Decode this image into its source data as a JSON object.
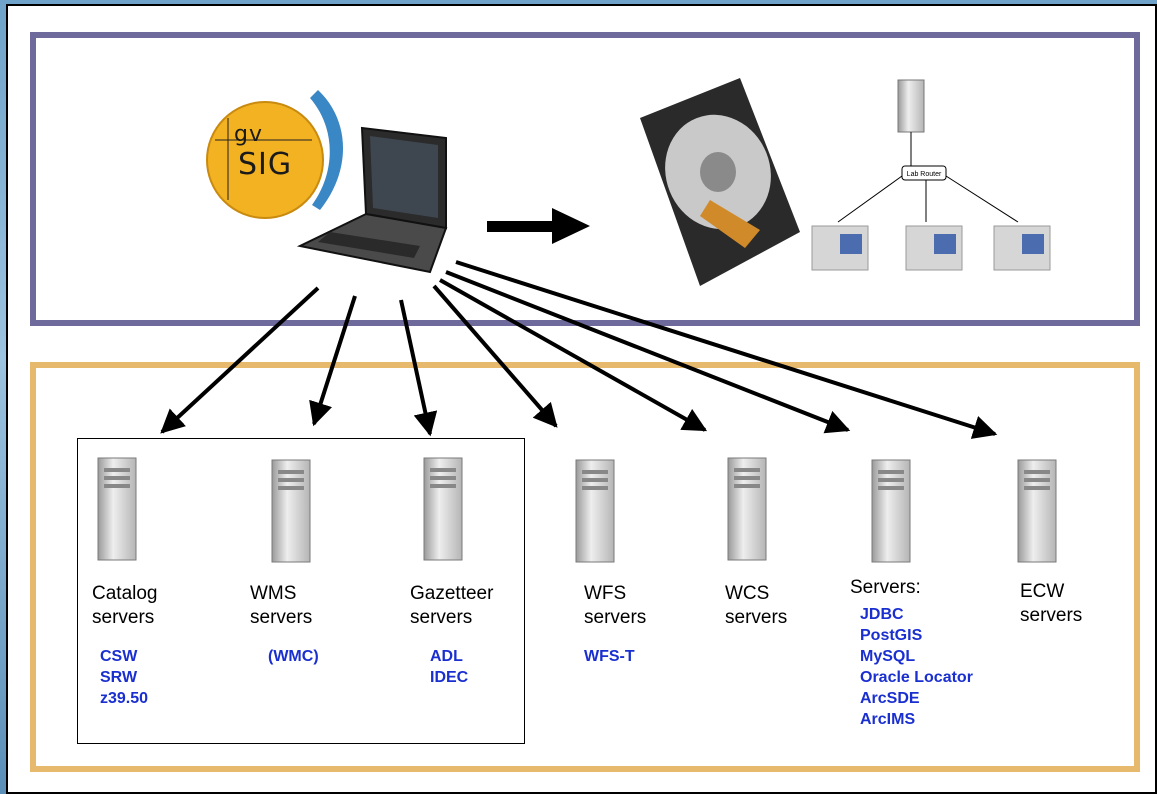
{
  "logo": {
    "gv": "gv",
    "sig": "SIG"
  },
  "net_label": "Lab Router",
  "servers": [
    {
      "id": "catalog",
      "title": [
        "Catalog",
        "servers"
      ],
      "items": [
        "CSW",
        "SRW",
        "z39.50"
      ]
    },
    {
      "id": "wms",
      "title": [
        "WMS",
        "servers"
      ],
      "items": [
        "(WMC)"
      ]
    },
    {
      "id": "gazetteer",
      "title": [
        "Gazetteer",
        "servers"
      ],
      "items": [
        "ADL",
        "IDEC"
      ]
    },
    {
      "id": "wfs",
      "title": [
        "WFS",
        "servers"
      ],
      "items": [
        "WFS-T"
      ]
    },
    {
      "id": "wcs",
      "title": [
        "WCS",
        "servers"
      ],
      "items": []
    },
    {
      "id": "db",
      "title": [
        "Servers:"
      ],
      "items": [
        "JDBC",
        "PostGIS",
        "MySQL",
        "Oracle Locator",
        "ArcSDE",
        "ArcIMS"
      ]
    },
    {
      "id": "ecw",
      "title": [
        "ECW",
        "servers"
      ],
      "items": []
    }
  ],
  "colors": {
    "top_border": "#6f6a9c",
    "bottom_border": "#e7b96c",
    "link_text": "#1a2fd0"
  }
}
